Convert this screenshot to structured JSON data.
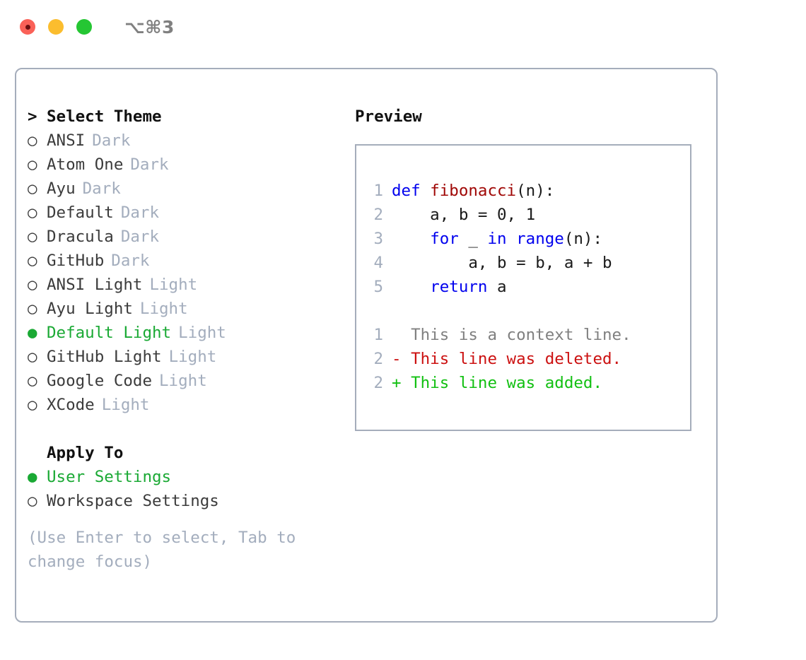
{
  "titlebar": {
    "shortcut": "⌥⌘3",
    "buttons": [
      {
        "name": "close",
        "color": "#fa6158"
      },
      {
        "name": "minimize",
        "color": "#fbbd2e"
      },
      {
        "name": "maximize",
        "color": "#25c633"
      }
    ]
  },
  "theme_picker": {
    "header_marker": ">",
    "header": "Select Theme",
    "marker_unselected": "○",
    "marker_selected": "●",
    "items": [
      {
        "label": "ANSI",
        "badge": "Dark",
        "selected": false
      },
      {
        "label": "Atom One",
        "badge": "Dark",
        "selected": false
      },
      {
        "label": "Ayu",
        "badge": "Dark",
        "selected": false
      },
      {
        "label": "Default",
        "badge": "Dark",
        "selected": false
      },
      {
        "label": "Dracula",
        "badge": "Dark",
        "selected": false
      },
      {
        "label": "GitHub",
        "badge": "Dark",
        "selected": false
      },
      {
        "label": "ANSI Light",
        "badge": "Light",
        "selected": false
      },
      {
        "label": "Ayu Light",
        "badge": "Light",
        "selected": false
      },
      {
        "label": "Default Light",
        "badge": "Light",
        "selected": true
      },
      {
        "label": "GitHub Light",
        "badge": "Light",
        "selected": false
      },
      {
        "label": "Google Code",
        "badge": "Light",
        "selected": false
      },
      {
        "label": "XCode",
        "badge": "Light",
        "selected": false
      }
    ]
  },
  "apply_to": {
    "header": "Apply To",
    "items": [
      {
        "label": "User Settings",
        "selected": true
      },
      {
        "label": "Workspace Settings",
        "selected": false
      }
    ]
  },
  "hint": "(Use Enter to select, Tab to change focus)",
  "preview": {
    "title": "Preview",
    "code_lines": [
      {
        "lineno": "1",
        "tokens": [
          {
            "text": "def ",
            "kind": "kw"
          },
          {
            "text": "fibonacci",
            "kind": "fn"
          },
          {
            "text": "(n):",
            "kind": "plain"
          }
        ]
      },
      {
        "lineno": "2",
        "tokens": [
          {
            "text": "    a, b = 0, 1",
            "kind": "plain"
          }
        ]
      },
      {
        "lineno": "3",
        "tokens": [
          {
            "text": "    ",
            "kind": "plain"
          },
          {
            "text": "for",
            "kind": "kw"
          },
          {
            "text": " _ ",
            "kind": "plain"
          },
          {
            "text": "in",
            "kind": "kw"
          },
          {
            "text": " ",
            "kind": "plain"
          },
          {
            "text": "range",
            "kind": "kw"
          },
          {
            "text": "(n):",
            "kind": "plain"
          }
        ]
      },
      {
        "lineno": "4",
        "tokens": [
          {
            "text": "        a, b = b, a + b",
            "kind": "plain"
          }
        ]
      },
      {
        "lineno": "5",
        "tokens": [
          {
            "text": "    ",
            "kind": "plain"
          },
          {
            "text": "return",
            "kind": "kw"
          },
          {
            "text": " a",
            "kind": "plain"
          }
        ]
      }
    ],
    "diff_lines": [
      {
        "lineno": "1",
        "marker": " ",
        "text": "  This is a context line.",
        "kind": "ctx"
      },
      {
        "lineno": "2",
        "marker": "-",
        "text": "- This line was deleted.",
        "kind": "del"
      },
      {
        "lineno": "2",
        "marker": "+",
        "text": "+ This line was added.",
        "kind": "add"
      }
    ]
  },
  "colors": {
    "accent_green": "#1aa934",
    "muted": "#a3adbd",
    "keyword_blue": "#0000ee",
    "function_red": "#a00806",
    "diff_deleted": "#cc1111",
    "diff_added": "#12c012",
    "border": "#a5adbb"
  }
}
